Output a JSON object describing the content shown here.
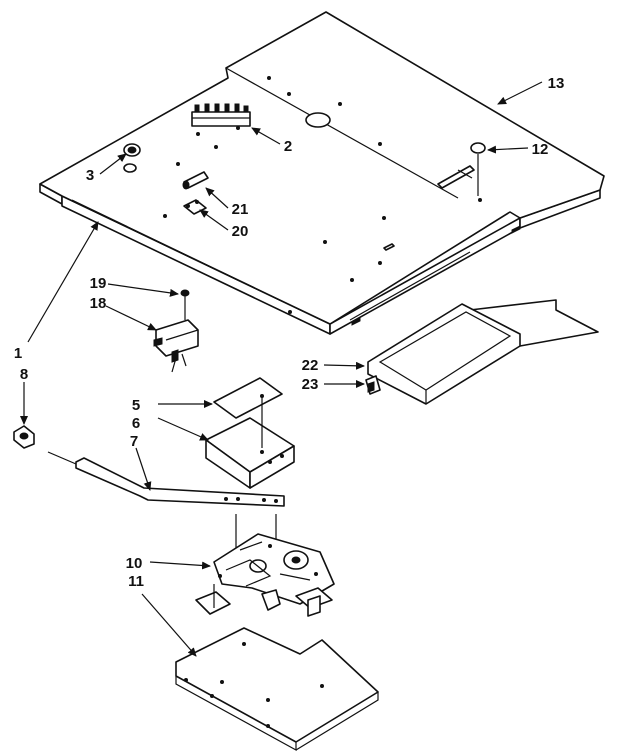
{
  "callouts": [
    {
      "id": "p1",
      "number": "1"
    },
    {
      "id": "p2",
      "number": "2"
    },
    {
      "id": "p3",
      "number": "3"
    },
    {
      "id": "p5",
      "number": "5"
    },
    {
      "id": "p6",
      "number": "6"
    },
    {
      "id": "p7",
      "number": "7"
    },
    {
      "id": "p8",
      "number": "8"
    },
    {
      "id": "p10",
      "number": "10"
    },
    {
      "id": "p11",
      "number": "11"
    },
    {
      "id": "p12",
      "number": "12"
    },
    {
      "id": "p13",
      "number": "13"
    },
    {
      "id": "p18",
      "number": "18"
    },
    {
      "id": "p19",
      "number": "19"
    },
    {
      "id": "p20",
      "number": "20"
    },
    {
      "id": "p21",
      "number": "21"
    },
    {
      "id": "p22",
      "number": "22"
    },
    {
      "id": "p23",
      "number": "23"
    }
  ]
}
